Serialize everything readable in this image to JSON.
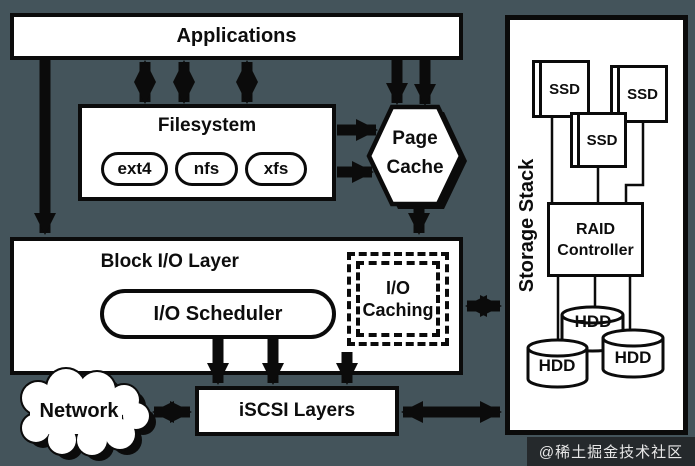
{
  "diagram": {
    "applications": {
      "label": "Applications"
    },
    "filesystem": {
      "title": "Filesystem",
      "pills": [
        "ext4",
        "nfs",
        "xfs"
      ]
    },
    "page_cache": {
      "line1": "Page",
      "line2": "Cache"
    },
    "block_io": {
      "title": "Block I/O Layer",
      "scheduler": "I/O Scheduler",
      "caching_line1": "I/O",
      "caching_line2": "Caching"
    },
    "iscsi": {
      "label": "iSCSI Layers"
    },
    "network": {
      "label": "Network"
    },
    "storage_stack": {
      "title": "Storage Stack",
      "ssd_labels": [
        "SSD",
        "SSD",
        "SSD"
      ],
      "raid_line1": "RAID",
      "raid_line2": "Controller",
      "hdd_labels": [
        "HDD",
        "HDD",
        "HDD"
      ]
    }
  },
  "watermark": {
    "text": "@稀土掘金技术社区"
  },
  "colors": {
    "background": "#44545b",
    "box_fill": "#ffffff",
    "line": "#0b0b0b"
  }
}
